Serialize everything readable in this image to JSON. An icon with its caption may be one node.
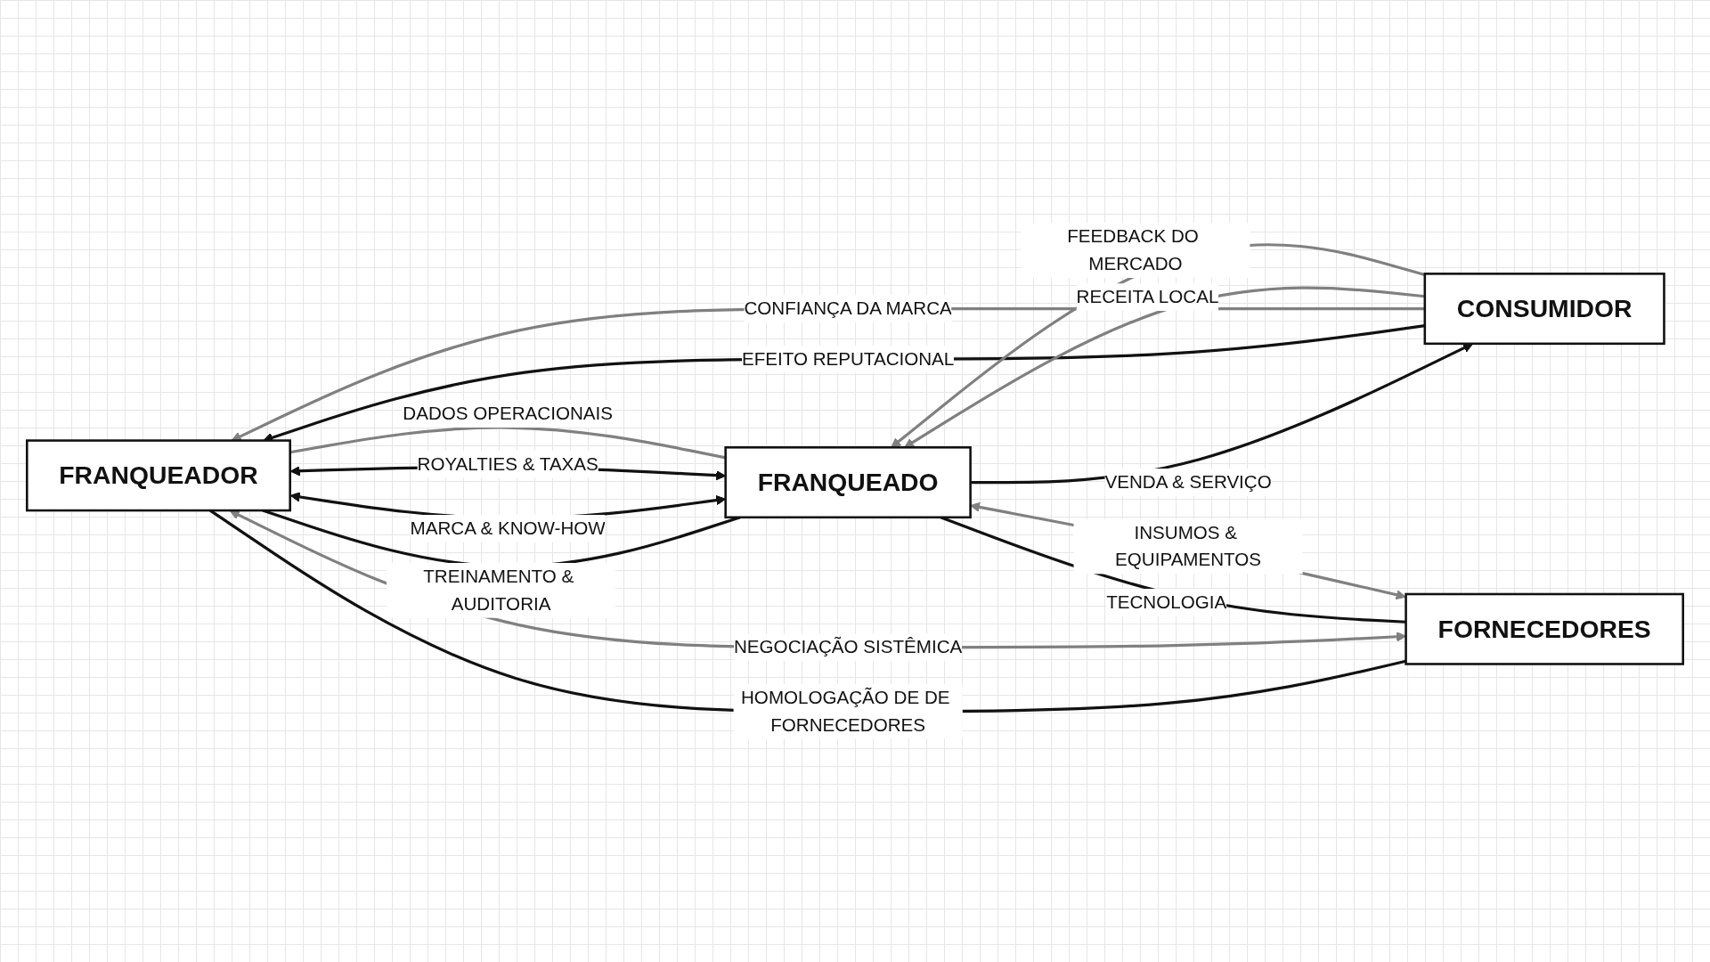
{
  "diagram": {
    "nodes": [
      {
        "text": [
          "FRANQUEADOR"
        ]
      },
      {
        "text": [
          "FRANQUEADO"
        ]
      },
      {
        "text": [
          "CONSUMIDOR"
        ]
      },
      {
        "text": [
          "FORNECEDORES"
        ]
      }
    ],
    "edges": [
      {
        "from": 2,
        "to": 0,
        "arrow": "to",
        "label": "EFEITO REPUTACIONAL"
      },
      {
        "from": 2,
        "to": 0,
        "arrow": "to",
        "label": "CONFIANÇA DA MARCA",
        "color": "#808080"
      },
      {
        "from": 0,
        "to": 1,
        "arrow": "none",
        "label": "TREINAMENTO & AUDITORIA"
      },
      {
        "from": 0,
        "to": 1,
        "arrow": "both",
        "label": "MARCA & KNOW-HOW"
      },
      {
        "from": 0,
        "to": 1,
        "arrow": "both",
        "label": "ROYALTIES & TAXAS"
      },
      {
        "from": 0,
        "to": 1,
        "arrow": "none",
        "label": "DADOS OPERACIONAIS",
        "color": "#808080"
      },
      {
        "from": 2,
        "to": 1,
        "arrow": "to",
        "label": "RECEITA LOCAL",
        "color": "#808080"
      },
      {
        "from": 1,
        "to": 2,
        "arrow": "to",
        "label": "VENDA & SERVIÇO"
      },
      {
        "from": 2,
        "to": 1,
        "arrow": "to",
        "label": "FEEDBACK DO MERCADO",
        "color": "#808080"
      },
      {
        "from": 0,
        "to": 3,
        "arrow": "none",
        "label": "HOMOLOGAÇÃO DE DE FORNECEDORES"
      },
      {
        "from": 0,
        "to": 3,
        "arrow": "both",
        "label": "NEGOCIAÇÃO SISTÊMICA",
        "color": "#808080"
      },
      {
        "from": 3,
        "to": 1,
        "arrow": "both",
        "label": "INSUMOS & EQUIPAMENTOS",
        "color": "#808080"
      },
      {
        "from": 1,
        "to": 3,
        "arrow": "none",
        "label": "TECNOLOGIA"
      }
    ]
  }
}
